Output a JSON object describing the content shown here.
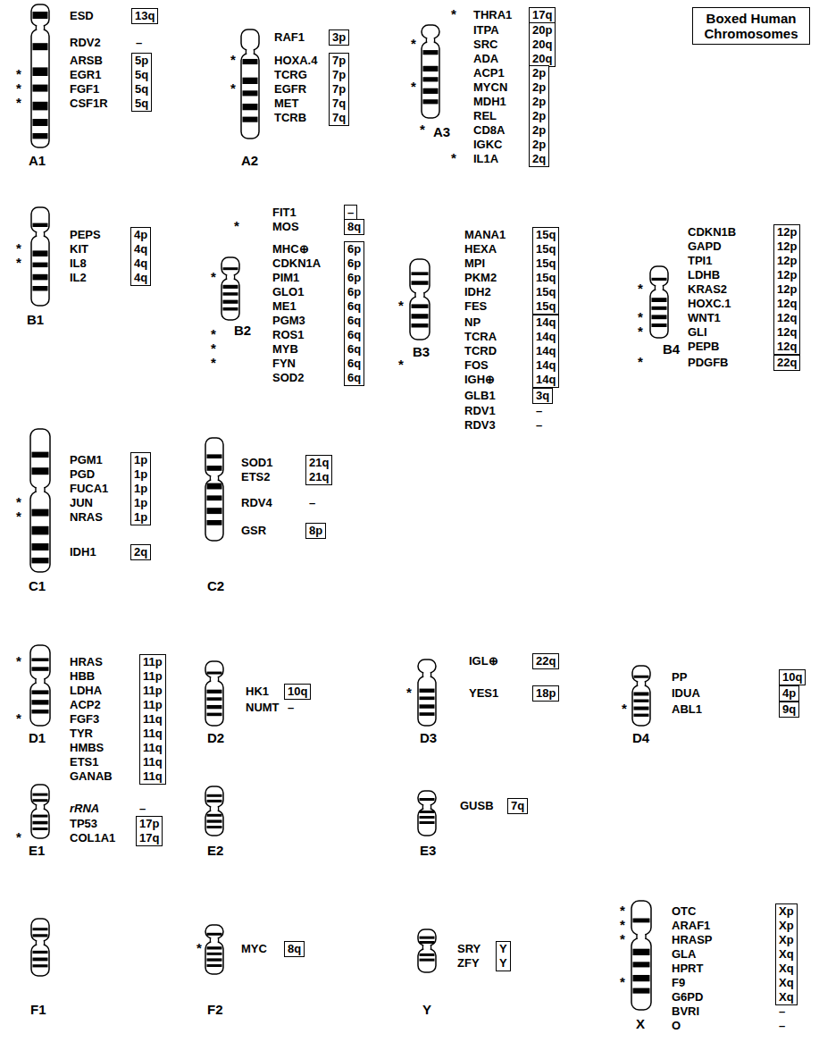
{
  "diagram": {
    "nodes": [
      {
        "text": [
          "13q"
        ]
      },
      {
        "text": [
          "5p",
          "5q",
          "5q",
          "5q"
        ]
      },
      {
        "text": [
          "3p"
        ]
      },
      {
        "text": [
          "7p",
          "7p",
          "7p",
          "7q",
          "7q"
        ]
      },
      {
        "text": [
          "17q"
        ]
      },
      {
        "text": [
          "20p",
          "20q",
          "20q"
        ]
      },
      {
        "text": [
          "2p",
          "2p",
          "2p",
          "2p",
          "2p",
          "2p",
          "2q"
        ]
      },
      {
        "text": [
          "Boxed Human Chromosomes"
        ]
      },
      {
        "text": [
          "4p",
          "4q",
          "4q",
          "4q"
        ]
      },
      {
        "text": [
          "–"
        ]
      },
      {
        "text": [
          "8q"
        ]
      },
      {
        "text": [
          "6p",
          "6p",
          "6p",
          "6p",
          "6q",
          "6q",
          "6q",
          "6q",
          "6q",
          "6q"
        ]
      },
      {
        "text": [
          "15q",
          "15q",
          "15q",
          "15q",
          "15q",
          "15q"
        ]
      },
      {
        "text": [
          "14q",
          "14q",
          "14q",
          "14q",
          "14q"
        ]
      },
      {
        "text": [
          "3q"
        ]
      },
      {
        "text": [
          "12p",
          "12p",
          "12p",
          "12p",
          "12p",
          "12q",
          "12q",
          "12q",
          "12q"
        ]
      },
      {
        "text": [
          "22q"
        ]
      },
      {
        "text": [
          "1p",
          "1p",
          "1p",
          "1p",
          "1p"
        ]
      },
      {
        "text": [
          "2q"
        ]
      },
      {
        "text": [
          "21q",
          "21q"
        ]
      },
      {
        "text": [
          "8p"
        ]
      },
      {
        "text": [
          "11p",
          "11p",
          "11p",
          "11p",
          "11q",
          "11q",
          "11q",
          "11q",
          "11q"
        ]
      },
      {
        "text": [
          "10q"
        ]
      },
      {
        "text": [
          "22q"
        ]
      },
      {
        "text": [
          "18p"
        ]
      },
      {
        "text": [
          "10q"
        ]
      },
      {
        "text": [
          "4p"
        ]
      },
      {
        "text": [
          "9q"
        ]
      },
      {
        "text": [
          "17p",
          "17q"
        ]
      },
      {
        "text": [
          "7q"
        ]
      },
      {
        "text": [
          "8q"
        ]
      },
      {
        "text": [
          "Y",
          "Y"
        ]
      },
      {
        "text": [
          "Xp",
          "Xp",
          "Xp",
          "Xq",
          "Xq",
          "Xq",
          "Xq"
        ]
      }
    ],
    "labels": [
      "A1",
      "ESD",
      "RDV2",
      "–",
      "ARSB",
      "*",
      "EGR1",
      "*",
      "FGF1",
      "*",
      "CSF1R",
      "A2",
      "RAF1",
      "*",
      "HOXA.4",
      "TCRG",
      "*",
      "EGFR",
      "MET",
      "TCRB",
      "A3",
      "*",
      "THRA1",
      "ITPA",
      "*",
      "SRC",
      "ADA",
      "ACP1",
      "*",
      "MYCN",
      "MDH1",
      "REL",
      "*",
      "CD8A",
      "IGKC",
      "*",
      "IL1A",
      "B1",
      "PEPS",
      "*",
      "KIT",
      "*",
      "IL8",
      "IL2",
      "B2",
      "FIT1",
      "*",
      "MOS",
      "MHC⊕",
      "CDKN1A",
      "*",
      "PIM1",
      "GLO1",
      "ME1",
      "PGM3",
      "*",
      "ROS1",
      "*",
      "MYB",
      "*",
      "FYN",
      "SOD2",
      "B3",
      "MANA1",
      "HEXA",
      "MPI",
      "PKM2",
      "IDH2",
      "*",
      "FES",
      "NP",
      "TCRA",
      "TCRD",
      "*",
      "FOS",
      "IGH⊕",
      "GLB1",
      "RDV1",
      "–",
      "RDV3",
      "–",
      "B4",
      "CDKN1B",
      "GAPD",
      "TPI1",
      "LDHB",
      "*",
      "KRAS2",
      "HOXC.1",
      "*",
      "WNT1",
      "*",
      "GLI",
      "PEPB",
      "*",
      "PDGFB",
      "C1",
      "PGM1",
      "PGD",
      "FUCA1",
      "*",
      "JUN",
      "*",
      "NRAS",
      "IDH1",
      "C2",
      "SOD1",
      "ETS2",
      "RDV4",
      "–",
      "GSR",
      "D1",
      "*",
      "HRAS",
      "HBB",
      "LDHA",
      "ACP2",
      "*",
      "FGF3",
      "TYR",
      "HMBS",
      "ETS1",
      "GANAB",
      "D2",
      "HK1",
      "NUMT",
      "–",
      "D3",
      "IGL⊕",
      "*",
      "YES1",
      "D4",
      "PP",
      "IDUA",
      "*",
      "ABL1",
      "E1",
      "rRNA",
      "–",
      "TP53",
      "*",
      "COL1A1",
      "E2",
      "E3",
      "GUSB",
      "F1",
      "F2",
      "*",
      "MYC",
      "Y",
      "SRY",
      "ZFY",
      "X",
      "*",
      "OTC",
      "*",
      "ARAF1",
      "*",
      "HRASP",
      "GLA",
      "HPRT",
      "*",
      "F9",
      "G6PD",
      "BVRI",
      "–",
      "O",
      "–"
    ]
  }
}
